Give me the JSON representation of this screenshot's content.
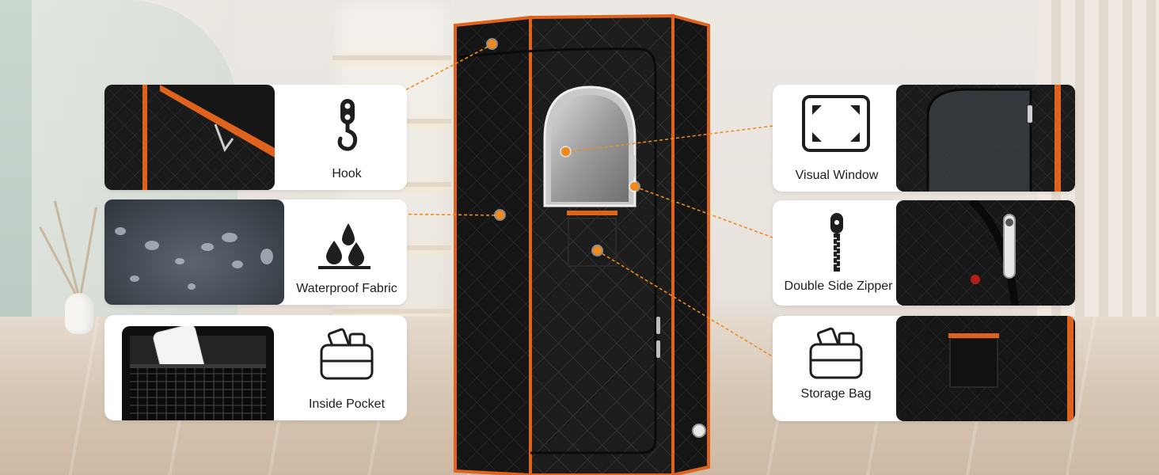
{
  "features": {
    "hook": {
      "label": "Hook",
      "icon": "hook-icon"
    },
    "waterproof": {
      "label": "Waterproof Fabric",
      "icon": "water-drops-icon"
    },
    "pocket": {
      "label": "Inside Pocket",
      "icon": "pocket-icon"
    },
    "window": {
      "label": "Visual Window",
      "icon": "window-frame-icon"
    },
    "zipper": {
      "label": "Double Side Zipper",
      "icon": "zipper-icon"
    },
    "storage": {
      "label": "Storage Bag",
      "icon": "storage-bag-icon"
    }
  },
  "colors": {
    "accent": "#f08a1c",
    "tent_body": "#1c1c1c",
    "tent_trim": "#e0631d",
    "card_bg": "#ffffff"
  }
}
